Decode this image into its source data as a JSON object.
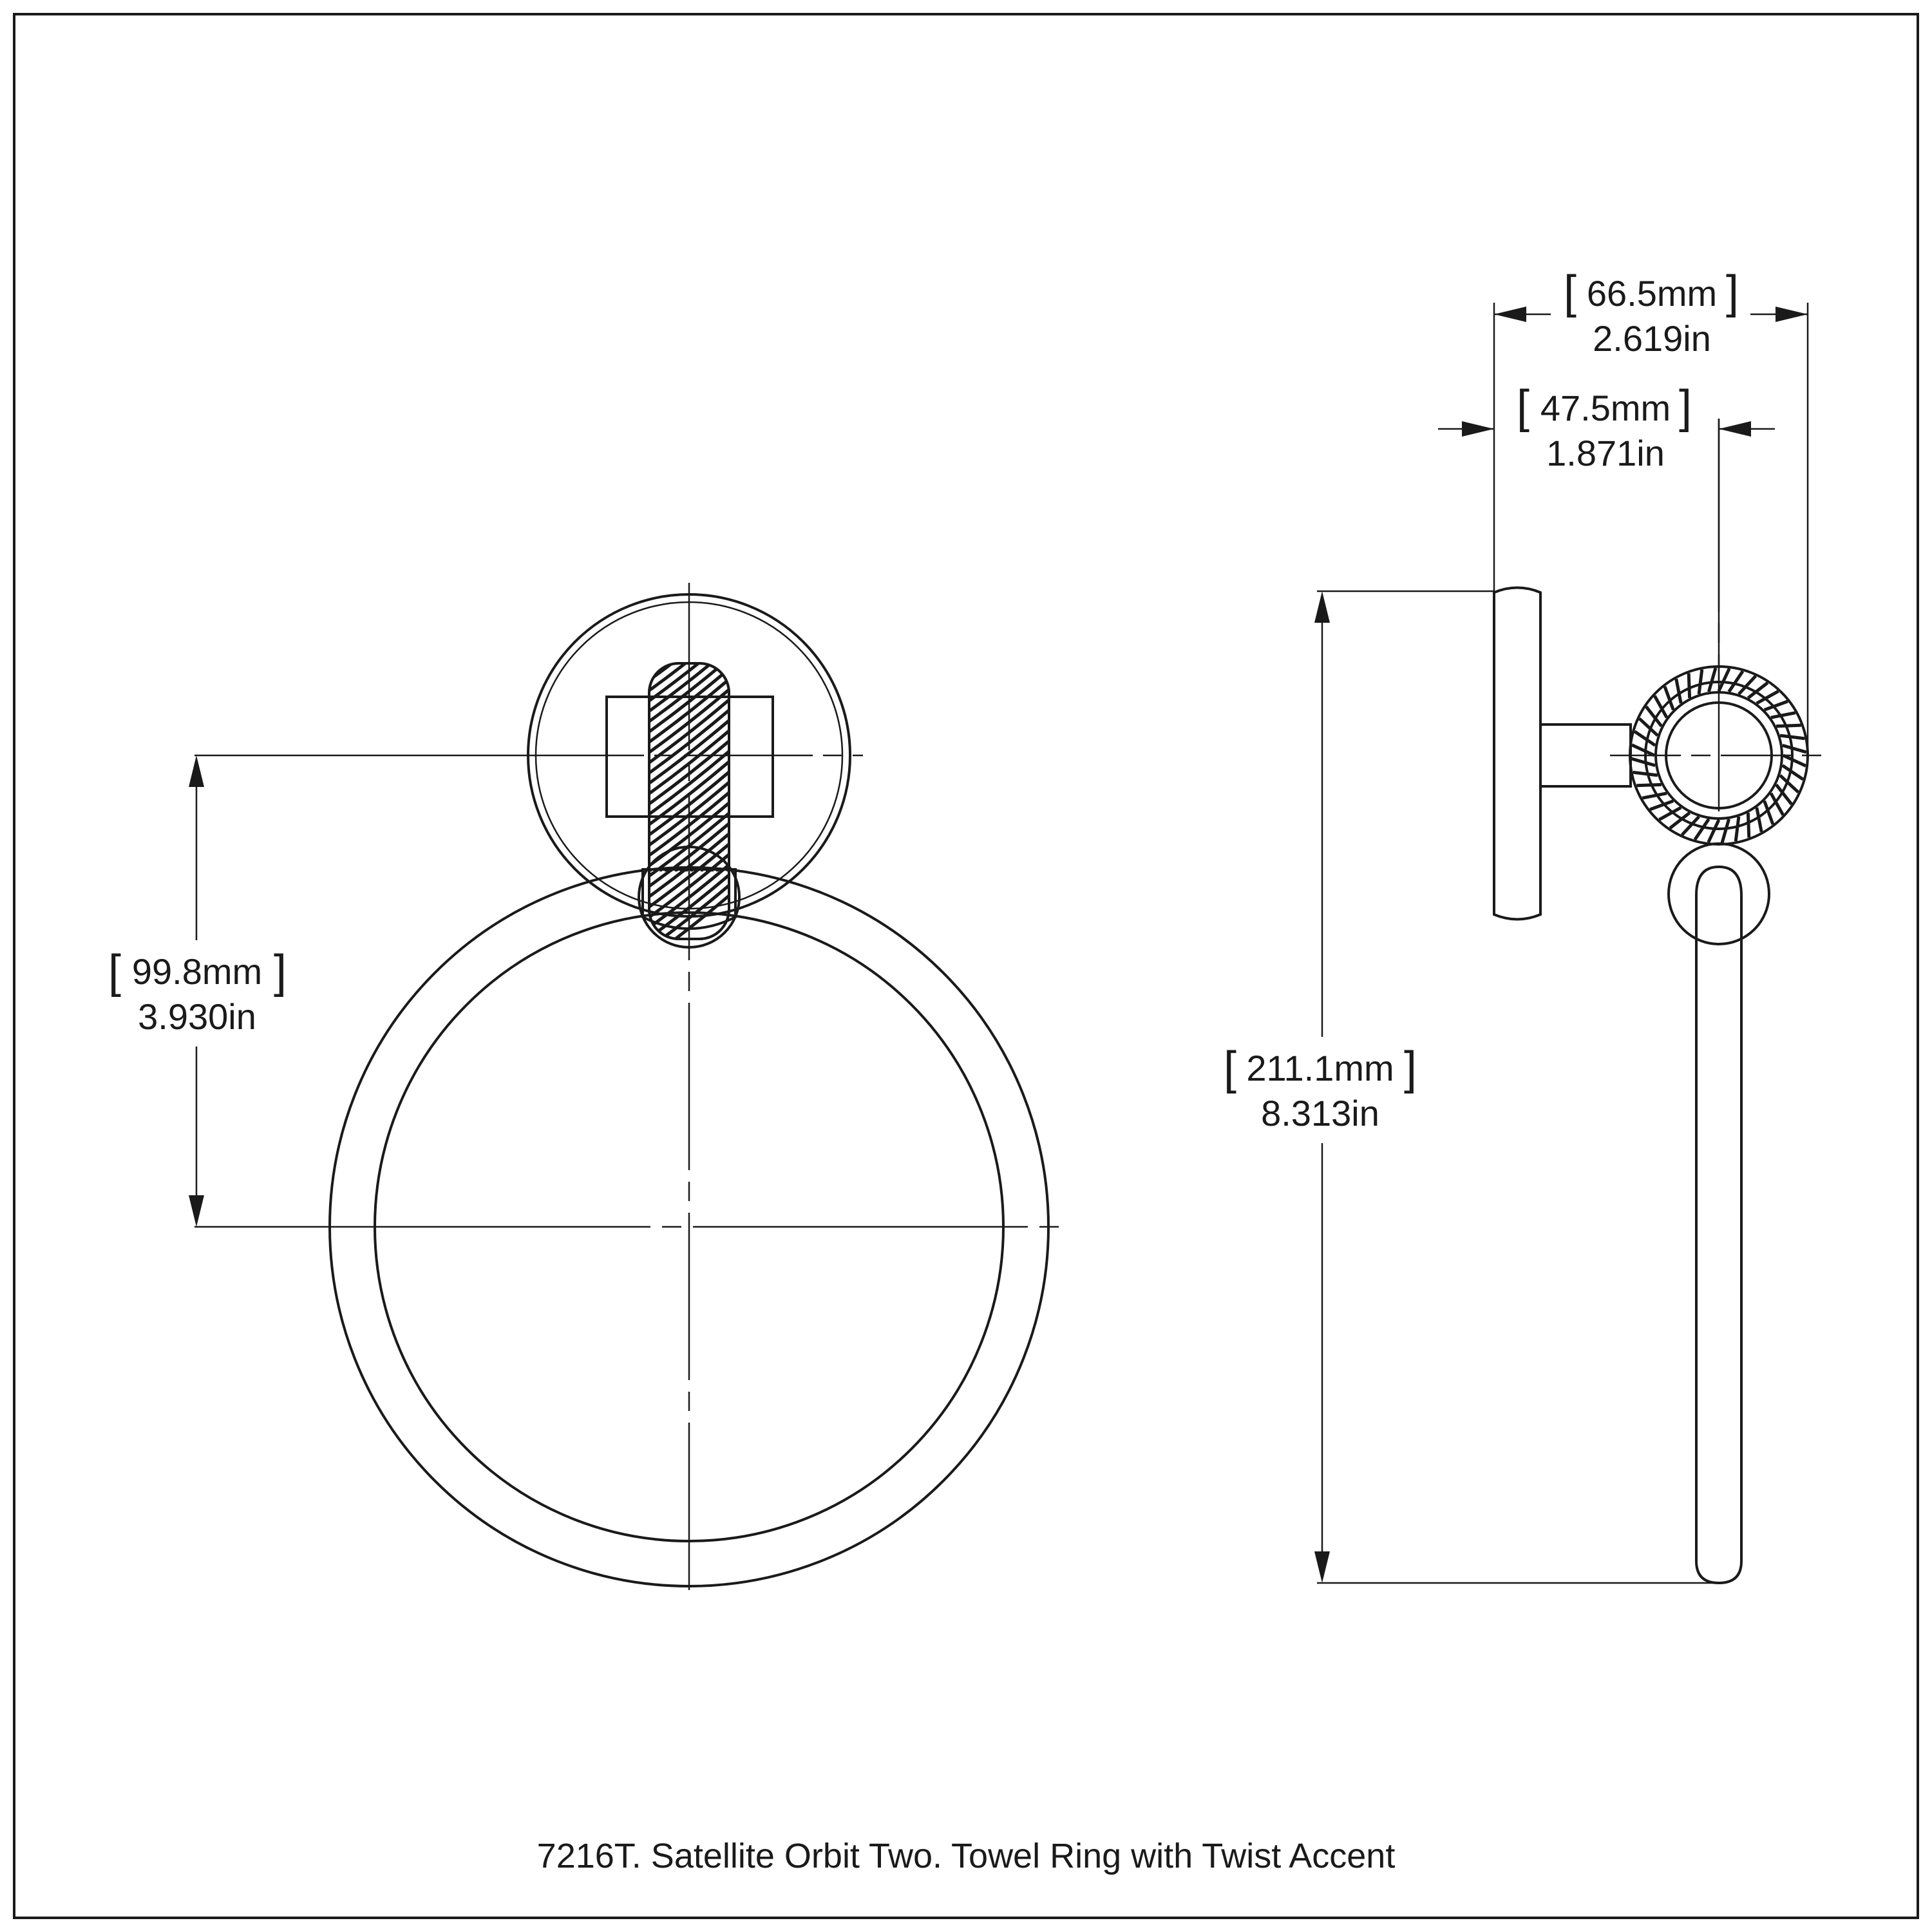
{
  "caption": "7216T. Satellite Orbit Two. Towel Ring with Twist Accent",
  "dimensions": {
    "front_center_drop": {
      "mm": "99.8mm",
      "inch": "3.930in"
    },
    "side_height": {
      "mm": "211.1mm",
      "inch": "8.313in"
    },
    "side_total_projection": {
      "mm": "66.5mm",
      "inch": "2.619in"
    },
    "side_post_projection": {
      "mm": "47.5mm",
      "inch": "1.871in"
    }
  },
  "colors": {
    "line": "#1a1a1a",
    "background": "#ffffff"
  }
}
